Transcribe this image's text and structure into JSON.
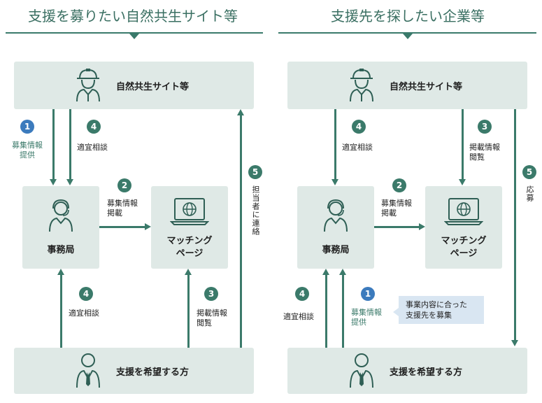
{
  "left": {
    "title": "支援を募りたい自然共生サイト等",
    "top_box": "自然共生サイト等",
    "office": "事務局",
    "matching": [
      "マッチング",
      "ページ"
    ],
    "bottom_box": "支援を希望する方",
    "steps": {
      "s1": {
        "num": "1",
        "label": [
          "募集情報",
          "提供"
        ]
      },
      "s4_top": {
        "num": "4",
        "label": "適宜相談"
      },
      "s2": {
        "num": "2",
        "label": [
          "募集情報",
          "掲載"
        ]
      },
      "s5": {
        "num": "5",
        "label": "担当者に連絡"
      },
      "s4_bottom": {
        "num": "4",
        "label": "適宜相談"
      },
      "s3": {
        "num": "3",
        "label": [
          "掲載情報",
          "閲覧"
        ]
      }
    }
  },
  "right": {
    "title": "支援先を探したい企業等",
    "top_box": "自然共生サイト等",
    "office": "事務局",
    "matching": [
      "マッチング",
      "ページ"
    ],
    "bottom_box": "支援を希望する方",
    "note": "事業内容に合った\n支援先を募集",
    "steps": {
      "s4_top": {
        "num": "4",
        "label": "適宜相談"
      },
      "s3": {
        "num": "3",
        "label": [
          "掲載情報",
          "閲覧"
        ]
      },
      "s5": {
        "num": "5",
        "label": "応募"
      },
      "s2": {
        "num": "2",
        "label": [
          "募集情報",
          "掲載"
        ]
      },
      "s4_bottom": {
        "num": "4",
        "label": "適宜相談"
      },
      "s1": {
        "num": "1",
        "label": [
          "募集情報",
          "提供"
        ]
      }
    }
  },
  "colors": {
    "accent": "#3b7a6a",
    "panel": "#dfe9e6",
    "step1": "#3c7bbd",
    "note": "#d9e6f2"
  },
  "icons": [
    "worker-with-cap-icon",
    "office-staff-headset-icon",
    "laptop-globe-icon",
    "person-in-suit-icon"
  ]
}
